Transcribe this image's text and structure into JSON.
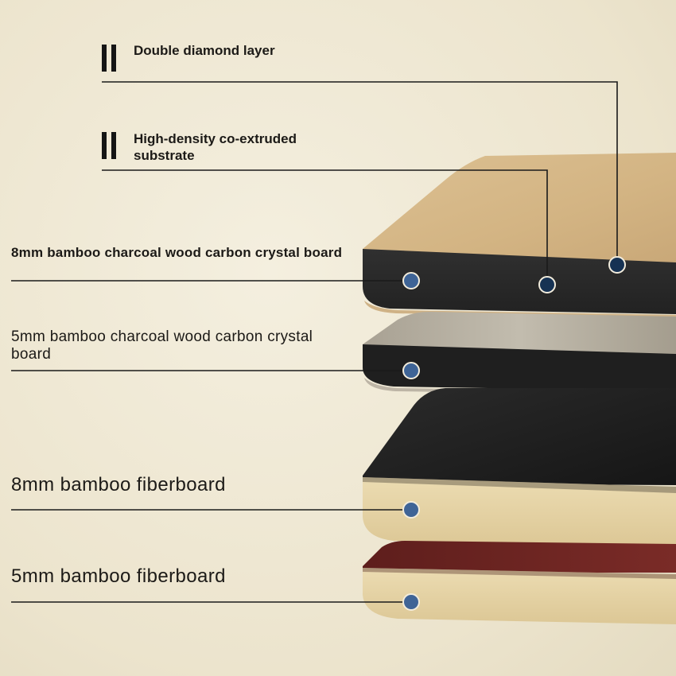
{
  "callouts": {
    "double_diamond": "Double diamond layer",
    "substrate": "High-density co-extruded substrate"
  },
  "layers": [
    {
      "label": "8mm bamboo charcoal wood carbon crystal board"
    },
    {
      "label": "5mm bamboo charcoal wood carbon crystal board"
    },
    {
      "label": "8mm bamboo fiberboard"
    },
    {
      "label": "5mm bamboo fiberboard"
    }
  ],
  "colors": {
    "background": "#ece4cd",
    "wood_veneer": "#d7b98a",
    "grey_veneer": "#b6afa2",
    "charcoal_core": "#2a2a2a",
    "black_top": "#1e1e1e",
    "fiber_core": "#e6d3a6",
    "red_top": "#6b2320",
    "marker": "#3f6496",
    "marker_dark": "#163253"
  }
}
